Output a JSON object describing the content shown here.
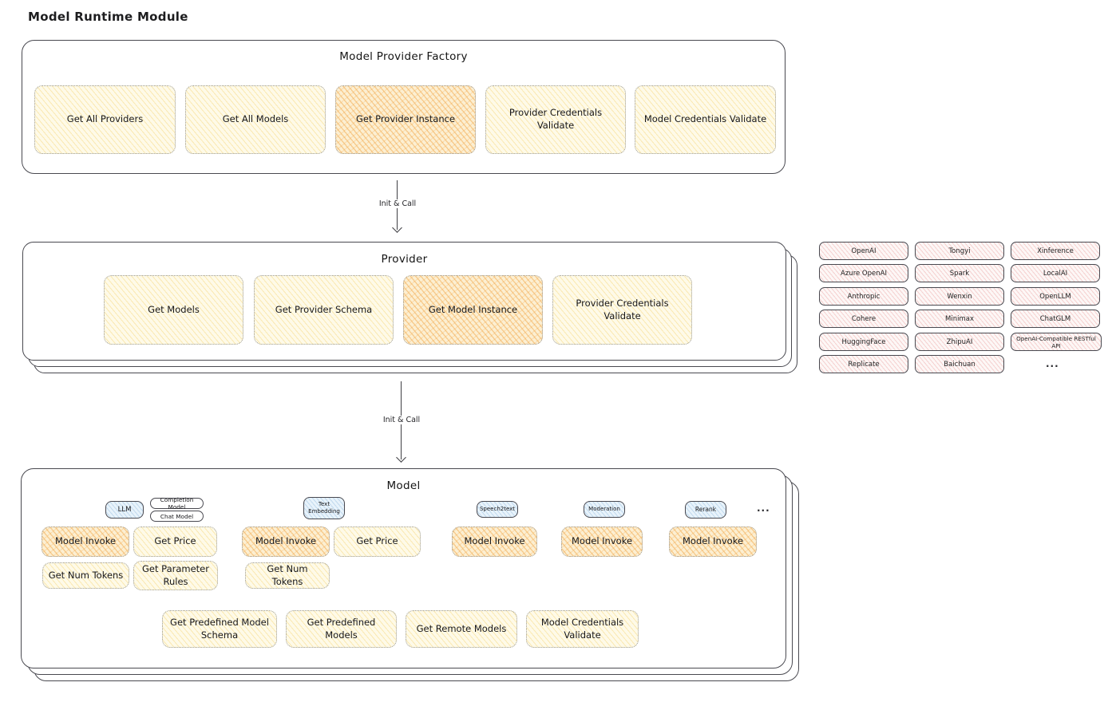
{
  "page_title": "Model Runtime Module",
  "colors": {
    "accent_orange": "#f3a442",
    "accent_cream": "#fefae8",
    "accent_pink": "#fdf7f6",
    "accent_blue": "#e8f3fb",
    "border": "#494950"
  },
  "factory": {
    "title": "Model Provider Factory",
    "buttons": [
      {
        "label": "Get All Providers",
        "highlighted": false
      },
      {
        "label": "Get All Models",
        "highlighted": false
      },
      {
        "label": "Get Provider Instance",
        "highlighted": true
      },
      {
        "label": "Provider Credentials Validate",
        "highlighted": false
      },
      {
        "label": "Model Credentials Validate",
        "highlighted": false
      }
    ]
  },
  "arrows": {
    "factory_to_provider": "Init & Call",
    "provider_to_model": "Init & Call"
  },
  "provider": {
    "title": "Provider",
    "buttons": [
      {
        "label": "Get Models",
        "highlighted": false
      },
      {
        "label": "Get Provider Schema",
        "highlighted": false
      },
      {
        "label": "Get Model Instance",
        "highlighted": true
      },
      {
        "label": "Provider Credentials Validate",
        "highlighted": false
      }
    ]
  },
  "provider_list": {
    "rows": [
      [
        "OpenAI",
        "Tongyi",
        "Xinference"
      ],
      [
        "Azure OpenAI",
        "Spark",
        "LocalAI"
      ],
      [
        "Anthropic",
        "Wenxin",
        "OpenLLM"
      ],
      [
        "Cohere",
        "Minimax",
        "ChatGLM"
      ],
      [
        "HuggingFace",
        "ZhipuAI",
        "OpenAI-Compatible RESTful API"
      ],
      [
        "Replicate",
        "Baichuan"
      ]
    ],
    "more": "..."
  },
  "model": {
    "title": "Model",
    "more": "...",
    "groups": [
      {
        "tag": "LLM",
        "subtags": [
          "Completion Model",
          "Chat Model"
        ],
        "buttons": [
          {
            "label": "Model Invoke",
            "highlighted": true
          },
          {
            "label": "Get Price",
            "highlighted": false
          },
          {
            "label": "Get Num Tokens",
            "highlighted": false
          },
          {
            "label": "Get Parameter Rules",
            "highlighted": false
          }
        ]
      },
      {
        "tag": "Text Embedding",
        "buttons": [
          {
            "label": "Model Invoke",
            "highlighted": true
          },
          {
            "label": "Get Price",
            "highlighted": false
          },
          {
            "label": "Get Num Tokens",
            "highlighted": false
          }
        ]
      },
      {
        "tag": "Speech2text",
        "buttons": [
          {
            "label": "Model Invoke",
            "highlighted": true
          }
        ]
      },
      {
        "tag": "Moderation",
        "buttons": [
          {
            "label": "Model Invoke",
            "highlighted": true
          }
        ]
      },
      {
        "tag": "Rerank",
        "buttons": [
          {
            "label": "Model Invoke",
            "highlighted": true
          }
        ]
      }
    ],
    "bottom_buttons": [
      {
        "label": "Get Predefined Model Schema"
      },
      {
        "label": "Get Predefined Models"
      },
      {
        "label": "Get Remote Models"
      },
      {
        "label": "Model Credentials Validate"
      }
    ]
  }
}
